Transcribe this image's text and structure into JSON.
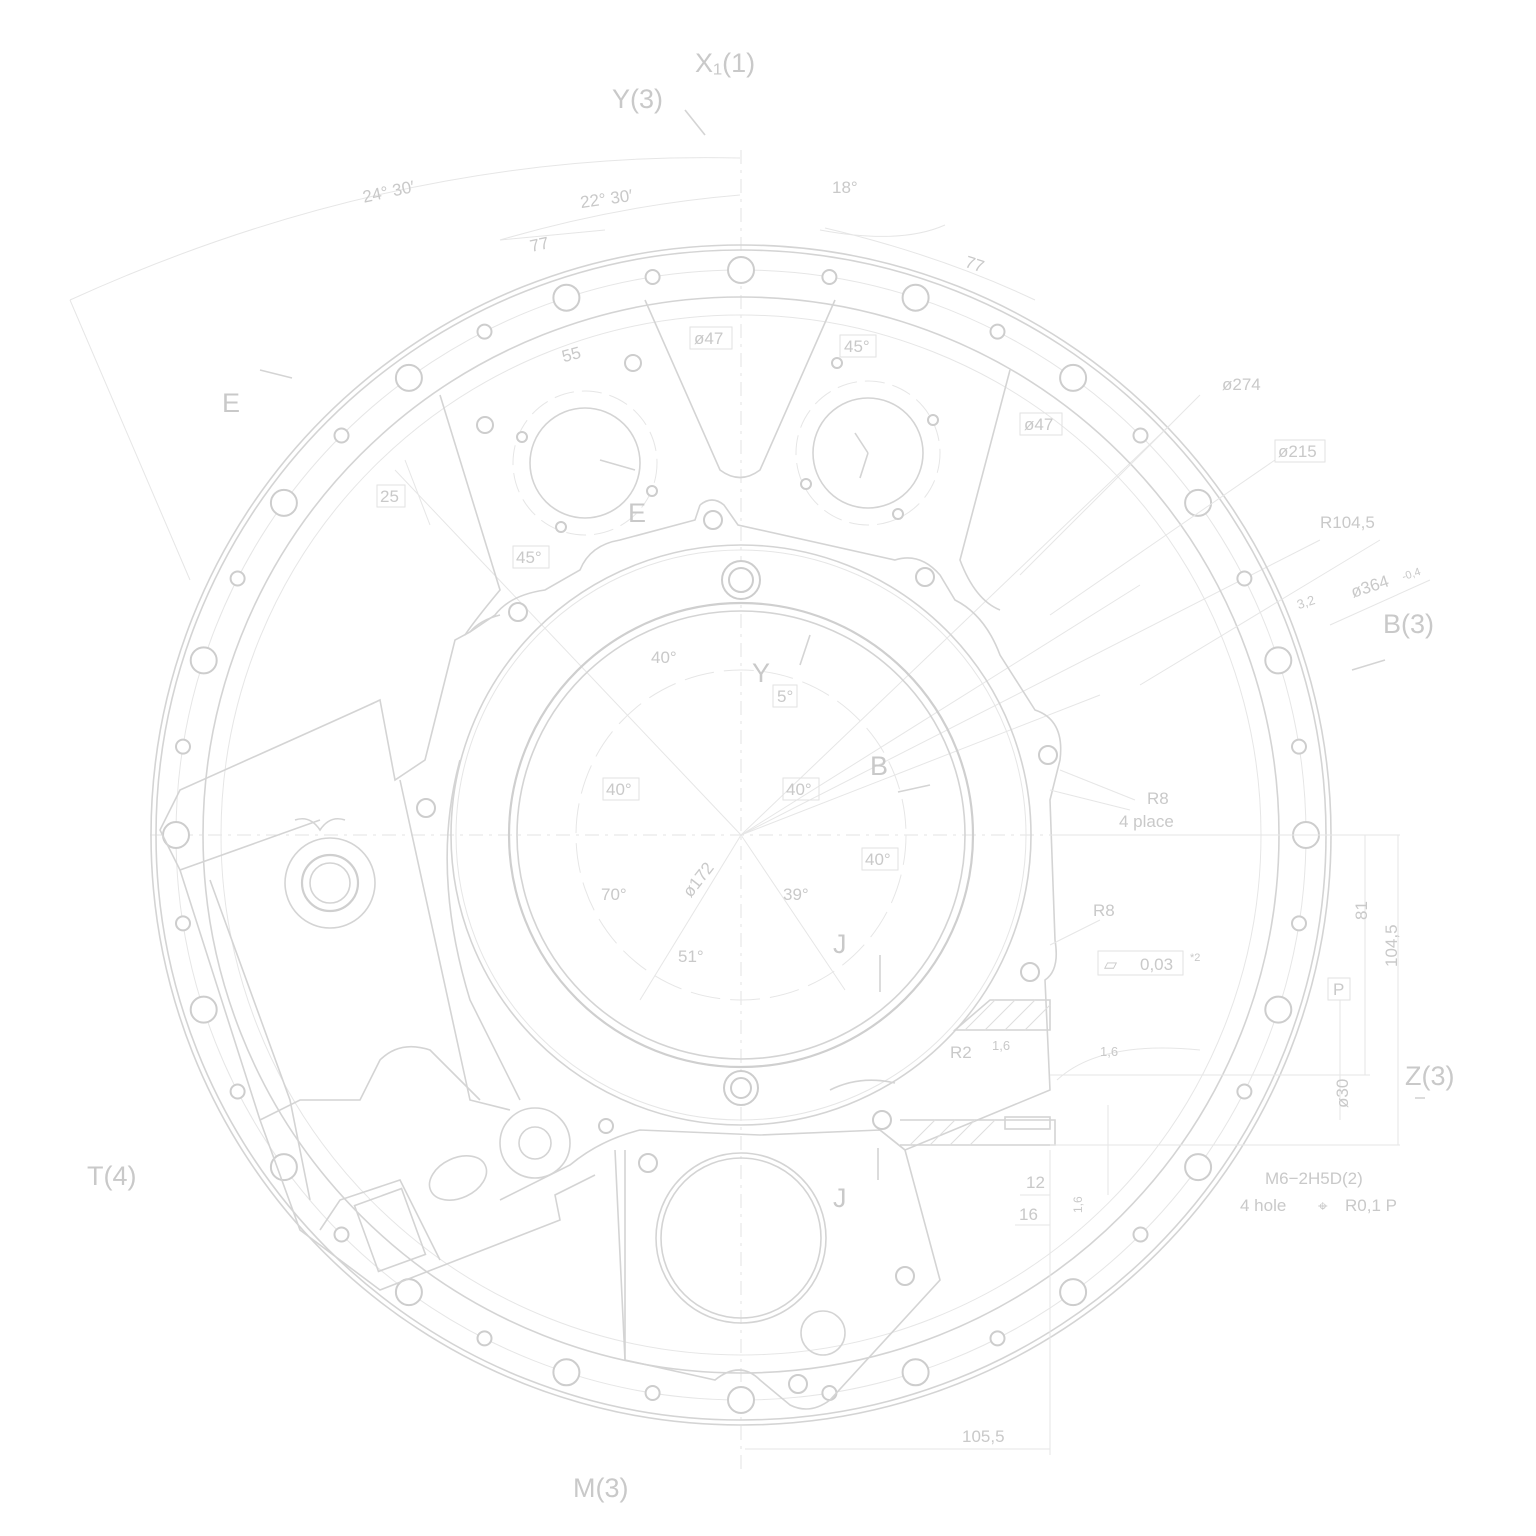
{
  "views": {
    "x1": "X₁(1)",
    "y3": "Y(3)",
    "e": "E",
    "e2": "E",
    "y": "Y",
    "b": "B",
    "b3": "B(3)",
    "j": "J",
    "j2": "J",
    "z3": "Z(3)",
    "t4": "T(4)",
    "m3": "M(3)"
  },
  "dimensions": {
    "a_24_30": "24° 30′",
    "a_22_30": "22° 30′",
    "a_18": "18°",
    "d_77_left": "77",
    "d_77_right": "77",
    "d_55": "55",
    "dia_47_left": "ø47",
    "dia_47_right": "ø47",
    "a_45_top": "45°",
    "a_45_left": "45°",
    "d_25": "25",
    "dia_274": "ø274",
    "dia_215": "ø215",
    "r_104_5": "R104,5",
    "d_3_2": "3,2",
    "dia_364": "ø364",
    "dia_364_tol": "-0,4",
    "a_40_1": "40°",
    "a_5": "5°",
    "a_40_2": "40°",
    "a_40_3": "40°",
    "a_40_4": "40°",
    "a_70": "70°",
    "dia_172": "ø172",
    "a_39": "39°",
    "a_51": "51°",
    "r8_4": "R8",
    "place_4": "4 place",
    "r8": "R8",
    "flatness": "0,03",
    "flatness_note": "*2",
    "d_81": "81",
    "d_104_5": "104,5",
    "datum_p": "P",
    "r2": "R2",
    "rough_1": "1,6",
    "rough_2": "1,6",
    "dia_30": "ø30",
    "d_12": "12",
    "d_16": "16",
    "rough_3": "1,6",
    "thread": "M6−2H5D(2)",
    "hole_4": "4 hole",
    "position_tol": "R0,1 P",
    "d_105_5": "105,5"
  },
  "colors": {
    "line": "#d4d4d4",
    "text": "#c9c9c9",
    "background": "#ffffff"
  }
}
